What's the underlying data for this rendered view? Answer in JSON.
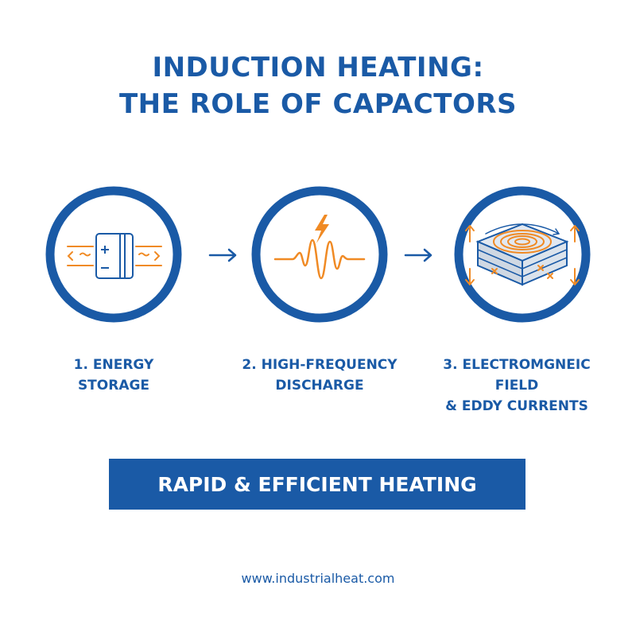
{
  "title": {
    "line1": "INDUCTION HEATING:",
    "line2": "THE ROLE OF CAPACTORS"
  },
  "steps": [
    {
      "line1": "1. ENERGY",
      "line2": "STORAGE",
      "icon": "capacitor-icon"
    },
    {
      "line1": "2. HIGH-FREQUENCY",
      "line2": "DISCHARGE",
      "icon": "waveform-lightning-icon"
    },
    {
      "line1": "3. ELECTROMGNEIC FIELD",
      "line2": "& EDDY CURRENTS",
      "icon": "eddy-current-block-icon"
    }
  ],
  "banner": {
    "label": "RAPID & EFFICIENT HEATING"
  },
  "footer": {
    "url": "www.industrialheat.com"
  },
  "colors": {
    "primary_blue": "#1a5aa6",
    "accent_orange": "#f08a24",
    "background": "#ffffff"
  }
}
